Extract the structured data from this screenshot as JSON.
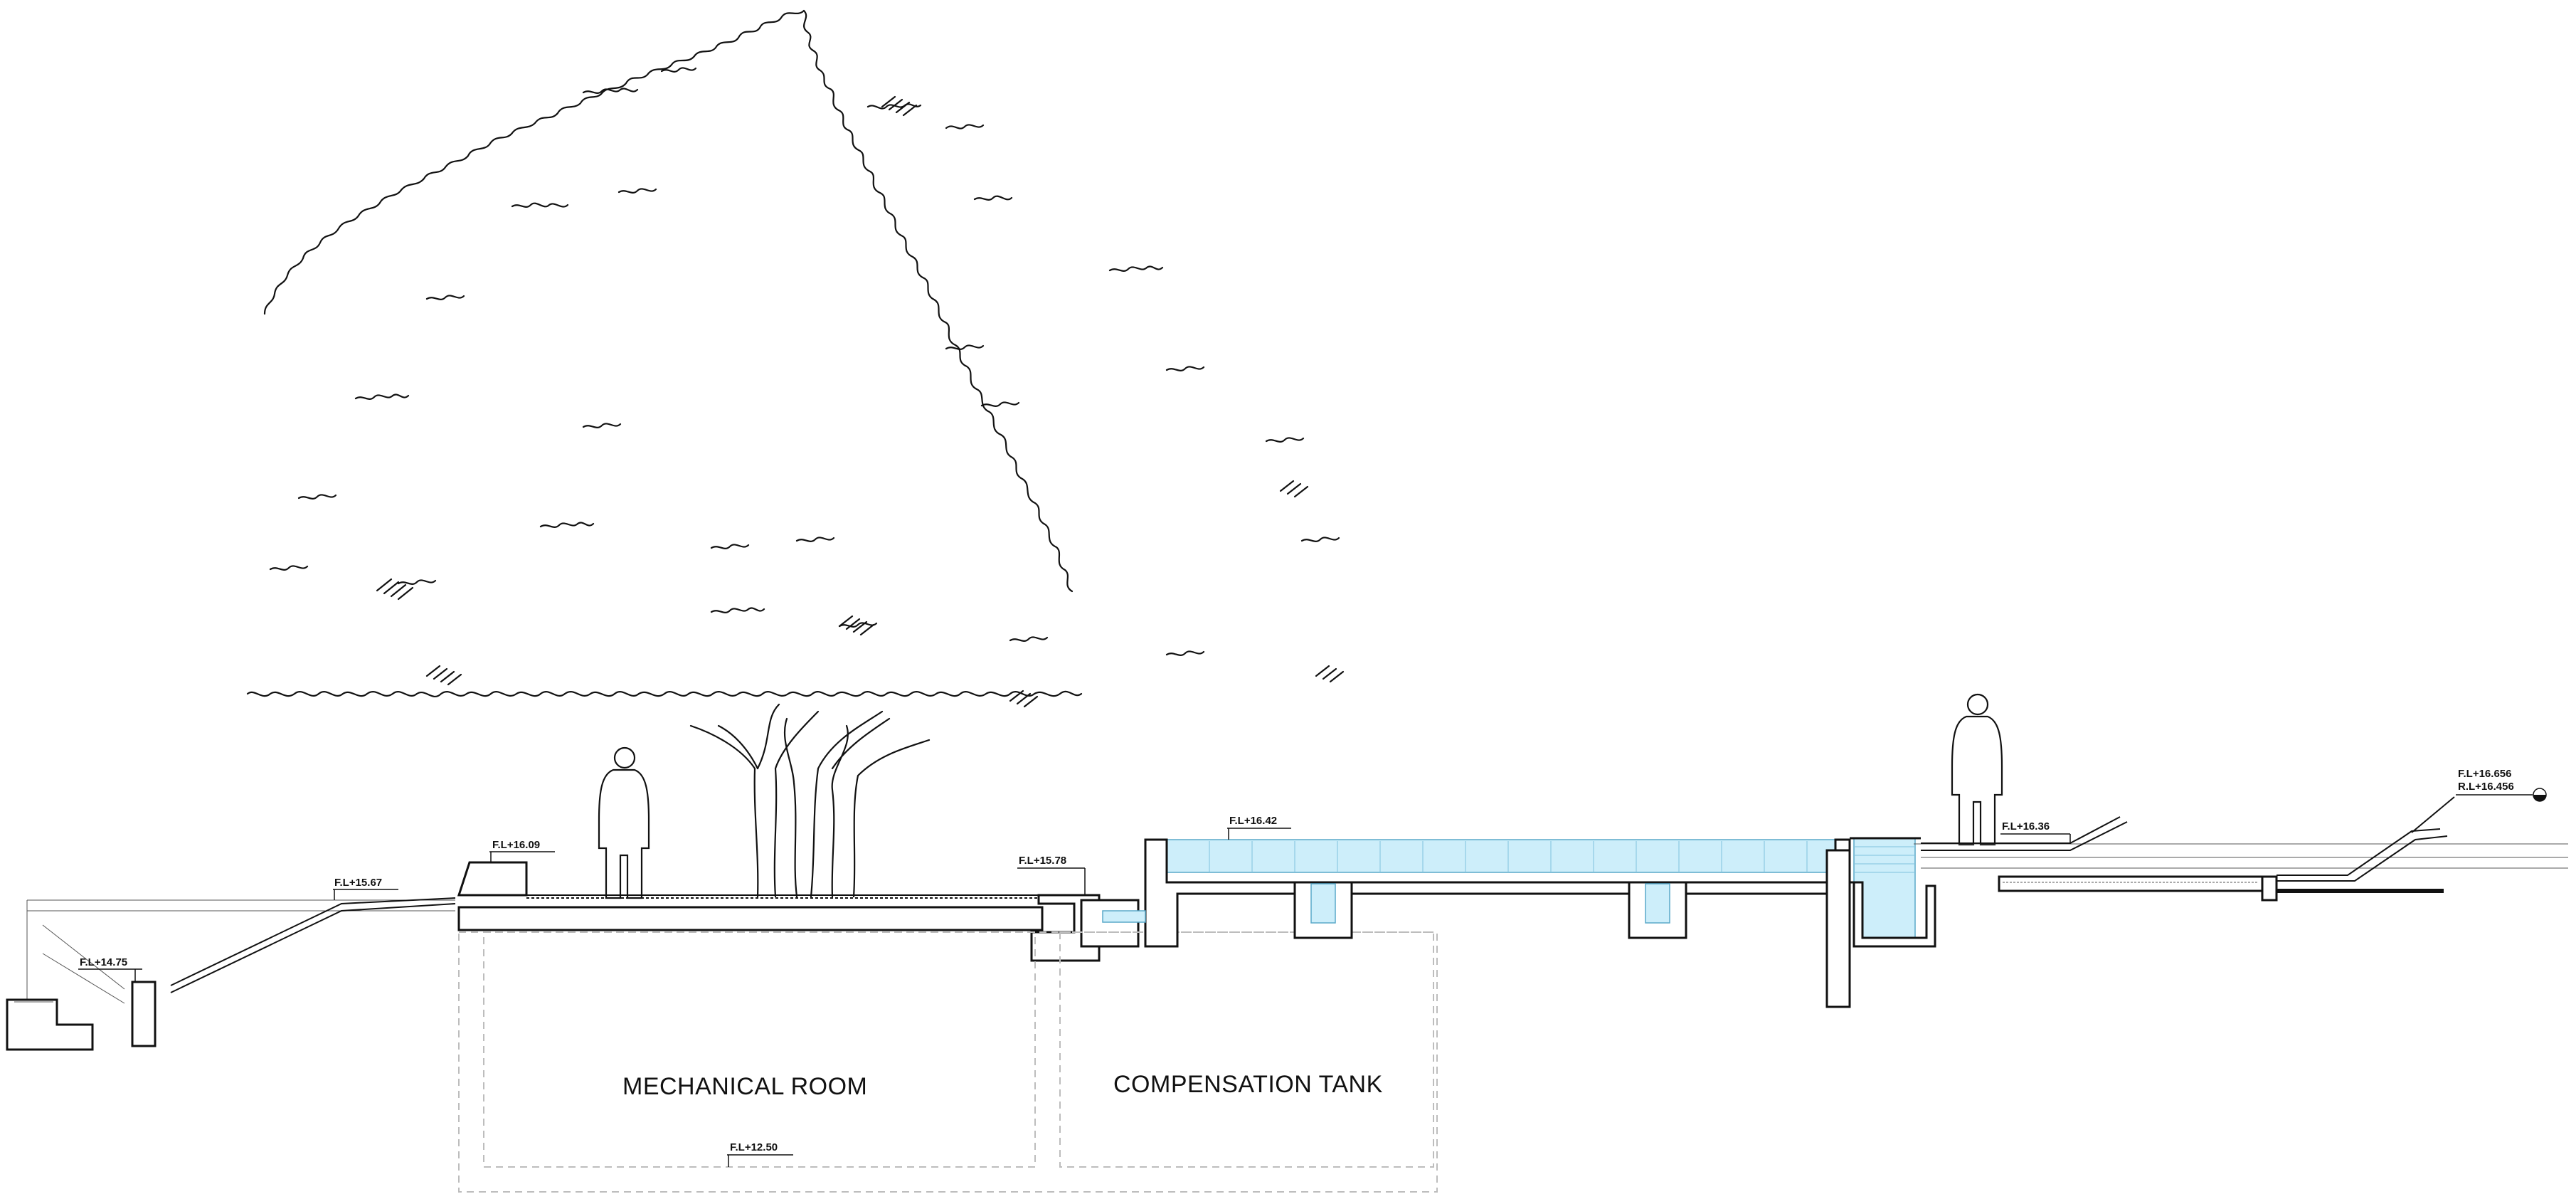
{
  "levels": {
    "fl_16_09": "F.L+16.09",
    "fl_15_67": "F.L+15.67",
    "fl_14_75": "F.L+14.75",
    "fl_15_78": "F.L+15.78",
    "fl_16_42": "F.L+16.42",
    "fl_16_36": "F.L+16.36",
    "fl_16_656": "F.L+16.656",
    "rl_16_456": "R.L+16.456",
    "fl_12_50": "F.L+12.50"
  },
  "rooms": {
    "mechanical": "MECHANICAL ROOM",
    "compensation": "COMPENSATION TANK"
  },
  "colors": {
    "line": "#111111",
    "water": "#cdeefa",
    "dashed": "#bdbdbd"
  }
}
